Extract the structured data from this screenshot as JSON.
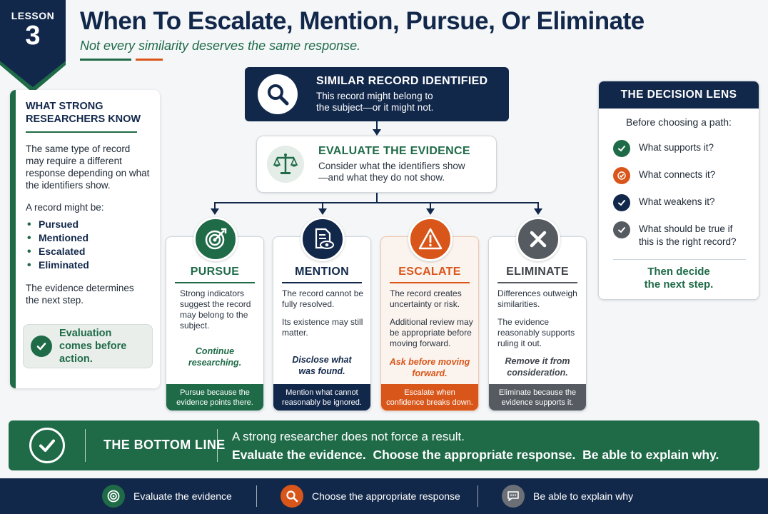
{
  "lesson": {
    "label": "LESSON",
    "number": "3"
  },
  "header": {
    "title": "When To Escalate, Mention, Pursue, Or Eliminate",
    "subtitle": "Not every similarity deserves the same response."
  },
  "left_panel": {
    "heading_line1": "WHAT STRONG",
    "heading_line2": "RESEARCHERS KNOW",
    "intro": "The same type of record may require a different response depending on what the identifiers show.",
    "list_intro": "A record might be:",
    "items": [
      "Pursued",
      "Mentioned",
      "Escalated",
      "Eliminated"
    ],
    "closing": "The evidence determines the next step.",
    "callout": "Evaluation comes before action."
  },
  "flow": {
    "similar": {
      "title": "SIMILAR RECORD IDENTIFIED",
      "line1": "This record might belong to",
      "line2": "the subject—or it might not."
    },
    "evaluate": {
      "title": "EVALUATE THE EVIDENCE",
      "line1": "Consider what the identifiers show",
      "line2": "—and what they do not show."
    }
  },
  "cards": [
    {
      "title": "PURSUE",
      "icon": "target-icon",
      "color": "#1f6b48",
      "body": [
        "Strong indicators suggest the record may belong to the subject."
      ],
      "cta": "Continue researching.",
      "footer": "Pursue because the evidence points there."
    },
    {
      "title": "MENTION",
      "icon": "document-eye-icon",
      "color": "#12284b",
      "body": [
        "The record cannot be fully resolved.",
        "Its existence may still matter."
      ],
      "cta": "Disclose what was found.",
      "footer": "Mention what cannot reasonably be ignored."
    },
    {
      "title": "ESCALATE",
      "icon": "warning-icon",
      "color": "#d9561a",
      "body": [
        "The record creates uncertainty or risk.",
        "Additional review may be appropriate before moving forward."
      ],
      "cta": "Ask before moving forward.",
      "footer": "Escalate when confidence breaks down."
    },
    {
      "title": "ELIMINATE",
      "icon": "x-icon",
      "color": "#555b61",
      "body": [
        "Differences outweigh similarities.",
        "The evidence reasonably supports ruling it out."
      ],
      "cta": "Remove it from consideration.",
      "footer": "Eliminate because the evidence supports it."
    }
  ],
  "lens": {
    "title": "THE DECISION LENS",
    "intro": "Before choosing a path:",
    "questions": [
      {
        "text": "What supports it?",
        "color": "#1f6b48"
      },
      {
        "text": "What connects it?",
        "color": "#d9561a"
      },
      {
        "text": "What weakens it?",
        "color": "#12284b"
      },
      {
        "text": "What should be true if this is the right record?",
        "color": "#555b61"
      }
    ],
    "closing_line1": "Then decide",
    "closing_line2": "the next step."
  },
  "bottom_line": {
    "label": "THE BOTTOM LINE",
    "line1": "A strong researcher does not force a result.",
    "line2": "Evaluate the evidence.  Choose the appropriate response.  Be able to explain why."
  },
  "footer": {
    "items": [
      {
        "text": "Evaluate the evidence",
        "icon": "target-icon",
        "color": "#1f6b48"
      },
      {
        "text": "Choose the appropriate response",
        "icon": "search-icon",
        "color": "#d9561a"
      },
      {
        "text": "Be able to explain why",
        "icon": "speech-bubble-icon",
        "color": "#6b7077"
      }
    ]
  }
}
